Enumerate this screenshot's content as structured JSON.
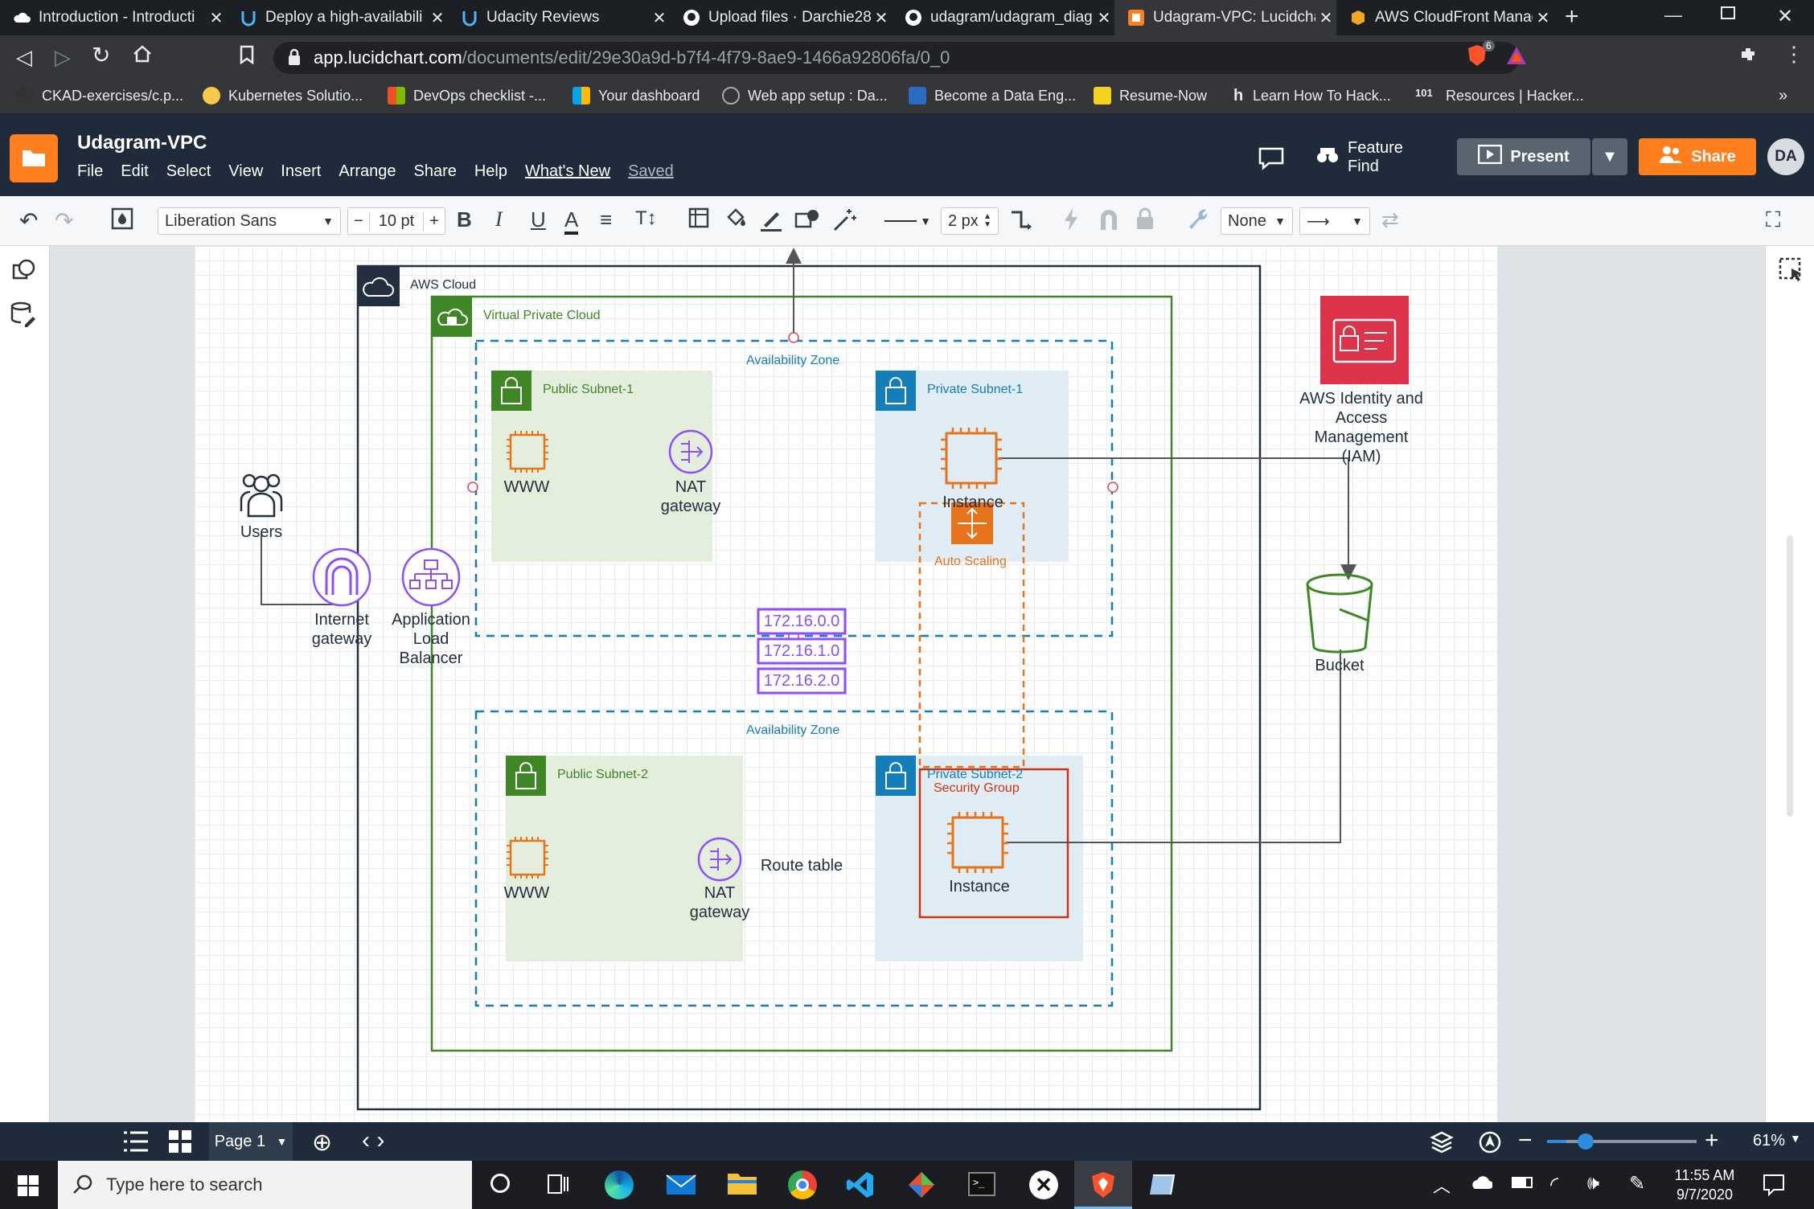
{
  "browser": {
    "tabs": [
      {
        "title": "Introduction - Introducti",
        "icon": "cloud-favicon"
      },
      {
        "title": "Deploy a high-availabili",
        "icon": "udacity-favicon"
      },
      {
        "title": "Udacity Reviews",
        "icon": "udacity-favicon"
      },
      {
        "title": "Upload files · Darchie28",
        "icon": "github-favicon"
      },
      {
        "title": "udagram/udagram_diag",
        "icon": "github-favicon"
      },
      {
        "title": "Udagram-VPC: Lucidcha",
        "icon": "lucidchart-favicon"
      },
      {
        "title": "AWS CloudFront Manag",
        "icon": "aws-favicon"
      }
    ],
    "url_host": "app.lucidchart.com",
    "url_path": "/documents/edit/29e30a9d-b7f4-4f79-8ae9-1466a92806fa/0_0",
    "bookmarks": [
      "CKAD-exercises/c.p...",
      "Kubernetes Solutio...",
      "DevOps checklist -...",
      "Your dashboard",
      "Web app setup : Da...",
      "Become a Data Eng...",
      "Resume-Now",
      "Learn How To Hack...",
      "Resources | Hacker..."
    ],
    "brave_badge": "6"
  },
  "app": {
    "doc_title": "Udagram-VPC",
    "menu": [
      "File",
      "Edit",
      "Select",
      "View",
      "Insert",
      "Arrange",
      "Share",
      "Help",
      "What's New",
      "Saved"
    ],
    "feature_find": "Feature Find",
    "present": "Present",
    "share": "Share",
    "avatar": "DA",
    "accent": "#ff7f1f"
  },
  "toolbar": {
    "font": "Liberation Sans",
    "font_size": "10 pt",
    "line_width": "2 px",
    "arrow_start": "None"
  },
  "diagram": {
    "aws_cloud": "AWS Cloud",
    "vpc": "Virtual Private Cloud",
    "az1": "Availability Zone",
    "az2": "Availability Zone",
    "public_subnet_1": "Public Subnet-1",
    "private_subnet_1": "Private Subnet-1",
    "public_subnet_2": "Public Subnet-2",
    "private_subnet_2": "Private Subnet-2",
    "www1": "WWW",
    "www2": "WWW",
    "nat1": "NAT gateway",
    "nat2": "NAT gateway",
    "instance1": "Instance",
    "instance2": "Instance",
    "auto_scaling": "Auto Scaling",
    "security_group": "Security Group",
    "users": "Users",
    "igw": "Internet gateway",
    "alb": "Application Load Balancer",
    "route_table": "Route table",
    "routes": [
      "172.16.0.0",
      "172.16.1.0",
      "172.16.2.0"
    ],
    "iam": "AWS Identity and Access Management (IAM)",
    "bucket": "Bucket"
  },
  "bottom": {
    "page": "Page 1",
    "zoom": "61%",
    "zoom_level": 0.61
  },
  "taskbar": {
    "search_placeholder": "Type here to search",
    "time": "11:55 AM",
    "date": "9/7/2020"
  }
}
